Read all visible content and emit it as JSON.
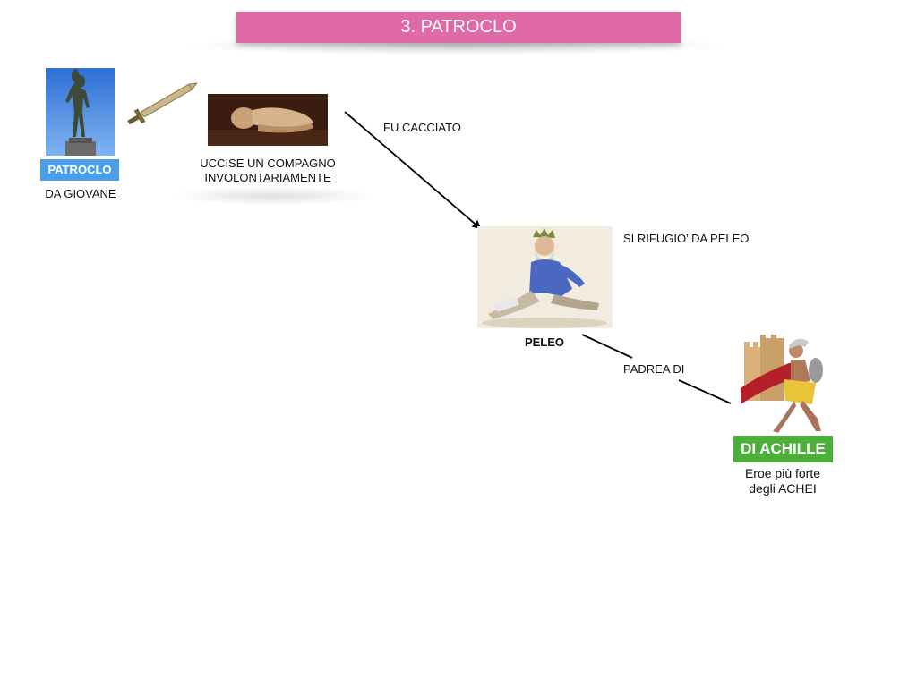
{
  "title": "3. PATROCLO",
  "nodes": {
    "patroclo": {
      "label": "PATROCLO",
      "caption": "DA GIOVANE"
    },
    "killing": {
      "caption_line1": "UCCISE UN COMPAGNO",
      "caption_line2": "INVOLONTARIAMENTE"
    },
    "peleo": {
      "label": "PELEO",
      "note": "SI RIFUGIO’ DA PELEO"
    },
    "achille": {
      "label": "DI ACHILLE",
      "caption_line1": "Eroe più forte",
      "caption_line2": "degli ACHEI"
    }
  },
  "edges": {
    "expelled": "FU CACCIATO",
    "father_of": "PADREA DI"
  },
  "colors": {
    "title_bar": "#e06aa8",
    "patroclo_box": "#4a9de6",
    "achille_box": "#4caf3a"
  },
  "images": {
    "patroclo": "bronze-statue-image",
    "sword": "sword-image",
    "killing": "stone-sculpture-image",
    "peleo": "bearded-king-image",
    "achille": "warrior-hero-image"
  }
}
